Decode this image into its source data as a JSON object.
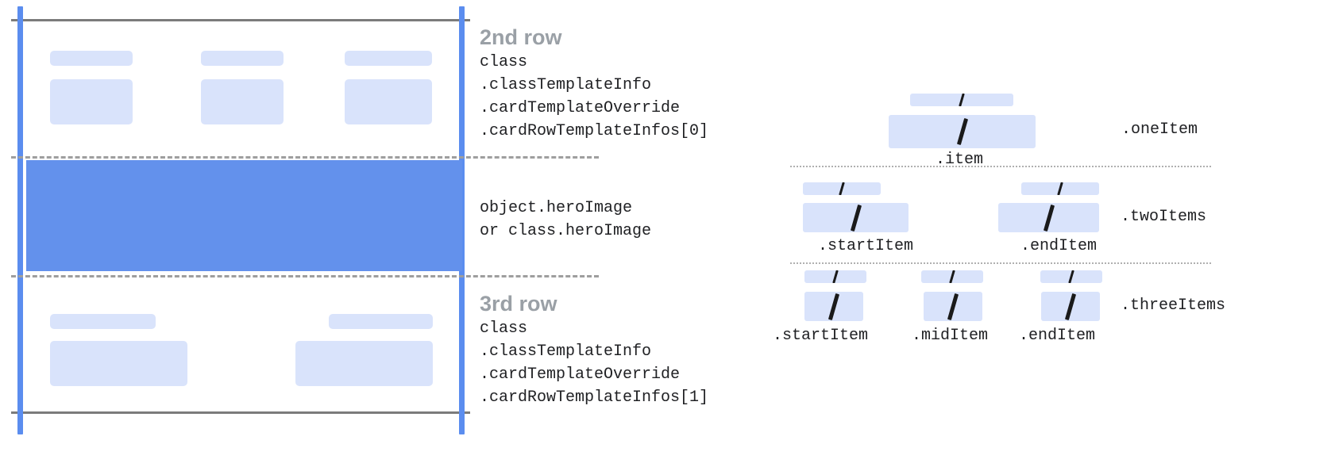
{
  "colors": {
    "rail": "#5b8def",
    "placeholder": "#d9e3fb",
    "hero": "#6391ec",
    "heading_gray": "#9aa0a6",
    "edge_gray": "#7b7b7b",
    "dash_gray": "#9e9e9e",
    "dotted_gray": "#b0b0b0",
    "code_text": "#202124",
    "slash": "#1a1a1a"
  },
  "left_diagram": {
    "second_row": {
      "heading": "2nd row",
      "code_lines": [
        "class",
        ".classTemplateInfo",
        ".cardTemplateOverride",
        ".cardRowTemplateInfos[0]"
      ],
      "code_block": "class\n.classTemplateInfo\n.cardTemplateOverride\n.cardRowTemplateInfos[0]"
    },
    "hero": {
      "code_lines": [
        "object.heroImage",
        "or class.heroImage"
      ],
      "code_block": "object.heroImage\nor class.heroImage"
    },
    "third_row": {
      "heading": "3rd row",
      "code_lines": [
        "class",
        ".classTemplateInfo",
        ".cardTemplateOverride",
        ".cardRowTemplateInfos[1]"
      ],
      "code_block": "class\n.classTemplateInfo\n.cardTemplateOverride\n.cardRowTemplateInfos[1]"
    }
  },
  "right_diagram": {
    "groups": [
      {
        "label": ".oneItem",
        "captions": [
          ".item"
        ],
        "item_count": 1
      },
      {
        "label": ".twoItems",
        "captions": [
          ".startItem",
          ".endItem"
        ],
        "item_count": 2
      },
      {
        "label": ".threeItems",
        "captions": [
          ".startItem",
          ".midItem",
          ".endItem"
        ],
        "item_count": 3
      }
    ]
  }
}
